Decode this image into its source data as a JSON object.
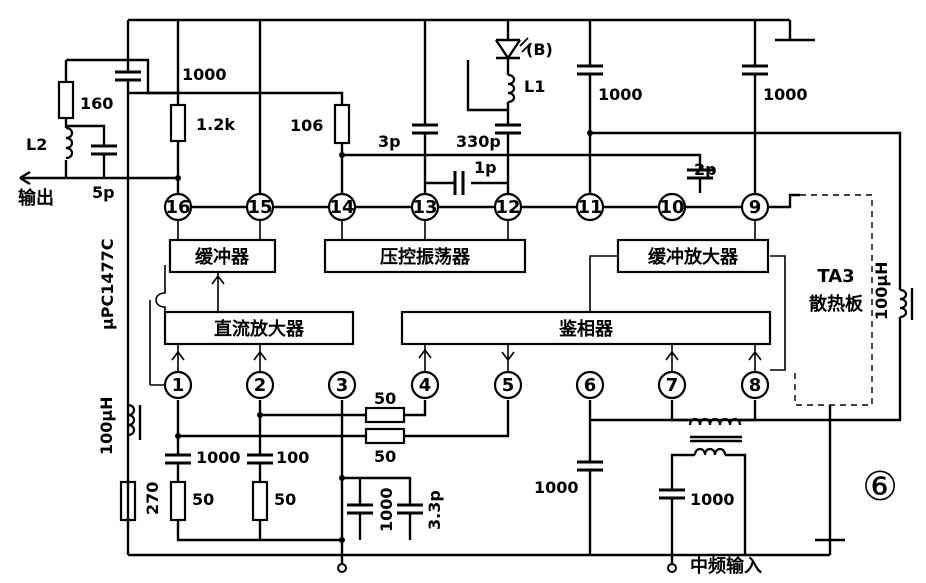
{
  "blocks": {
    "buffer_top": "缓冲器",
    "vco": "压控振荡器",
    "buffer_amp": "缓冲放大器",
    "dc_amp": "直流放大器",
    "phase_detector": "鉴相器",
    "ta3_line1": "TA3",
    "ta3_line2": "散热板"
  },
  "pins": [
    "1",
    "2",
    "3",
    "4",
    "5",
    "6",
    "7",
    "8",
    "9",
    "10",
    "11",
    "12",
    "13",
    "14",
    "15",
    "16"
  ],
  "components": {
    "c_top_left": "1000",
    "r_1_2k": "1.2k",
    "r_106": "106",
    "r_160": "160",
    "l2": "L2",
    "c_5p": "5p",
    "c_3p": "3p",
    "c_330p": "330p",
    "c_1p": "1p",
    "c_2p": "2p",
    "diode_b": "(B)",
    "l1": "L1",
    "c_1000_a": "1000",
    "c_1000_b": "1000",
    "l_100uh_right": "100μH",
    "l_100uh_left": "100μH",
    "r_270": "270",
    "c_1000_pin1": "1000",
    "c_100_pin2": "100",
    "r_50_pin1": "50",
    "r_50_pin2": "50",
    "r_50_top": "50",
    "r_50_bot": "50",
    "c_1000_pin3": "1000",
    "c_3_3p": "3.3p",
    "c_1000_pin6": "1000",
    "c_1000_if": "1000"
  },
  "labels": {
    "output": "输出",
    "ic_name": "μPC1477C",
    "if_input": "中频输入",
    "figure_number": "⑥"
  }
}
